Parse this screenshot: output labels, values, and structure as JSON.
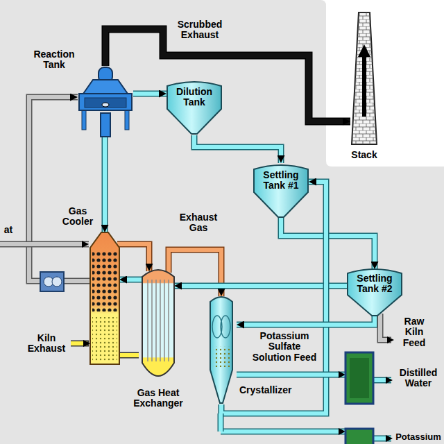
{
  "diagram": {
    "nodes": [
      {
        "text": [
          "Reaction Tank"
        ]
      },
      {
        "text": [
          "Dilution Tank"
        ]
      },
      {
        "text": [
          "Stack"
        ]
      },
      {
        "text": [
          "Settling Tank #1"
        ]
      },
      {
        "text": [
          "Gas Cooler"
        ]
      },
      {
        "text": [
          "Gas Heat Exchanger"
        ]
      },
      {
        "text": [
          "Crystallizer"
        ]
      },
      {
        "text": [
          "Settling Tank #2"
        ]
      }
    ],
    "edges": [
      {
        "from": 0,
        "to": 2,
        "label": "Scrubbed Exhaust",
        "arrow": "to"
      },
      {
        "from": 0,
        "to": 1,
        "arrow": "to"
      },
      {
        "from": 1,
        "to": 3,
        "arrow": "to"
      },
      {
        "from": 0,
        "to": 4,
        "arrow": "to"
      },
      {
        "from": 4,
        "to": 5,
        "arrow": "to"
      },
      {
        "from": 5,
        "to": 6,
        "label": "Exhaust Gas",
        "arrow": "to"
      },
      {
        "from": 3,
        "to": 7,
        "arrow": "to"
      },
      {
        "from": 7,
        "to": 5,
        "arrow": "to"
      },
      {
        "from": 5,
        "to": 4,
        "arrow": "to"
      },
      {
        "from": 4,
        "to": 0,
        "arrow": "to"
      },
      {
        "from": 6,
        "to": 3,
        "arrow": "to"
      },
      {
        "from": 7,
        "to": 6,
        "arrow": "to"
      }
    ],
    "labels": [
      "Kiln Exhaust",
      "Potassium Sulfate Solution Feed",
      "Raw Kiln Feed",
      "Distilled Water",
      "Potassium",
      "at"
    ]
  }
}
